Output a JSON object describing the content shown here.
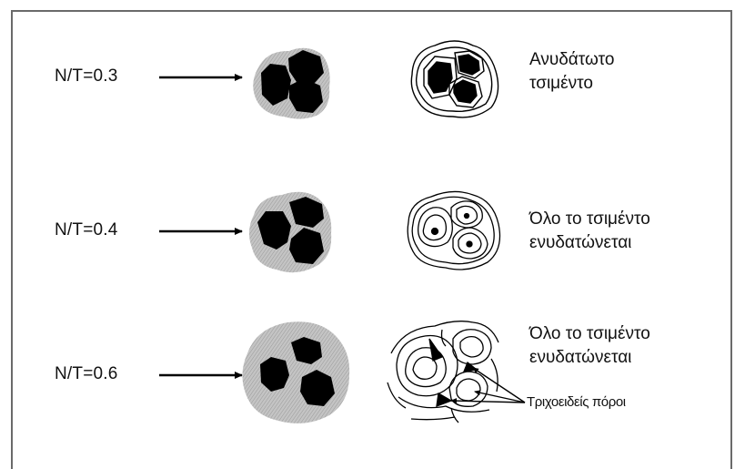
{
  "rows": [
    {
      "ratio": "N/T=0.3",
      "description": [
        "Ανυδάτωτο",
        "τσιμέντο"
      ]
    },
    {
      "ratio": "N/T=0.4",
      "description": [
        "Όλο το τσιμέντο",
        "ενυδατώνεται"
      ]
    },
    {
      "ratio": "N/T=0.6",
      "description": [
        "Όλο το τσιμέντο",
        "ενυδατώνεται"
      ]
    }
  ],
  "pores_label": "Τριχοειδείς πόροι",
  "colors": {
    "particle": "#000000",
    "hydrate_halo": "#b5b5b5",
    "frame": "#6a6a6a"
  }
}
